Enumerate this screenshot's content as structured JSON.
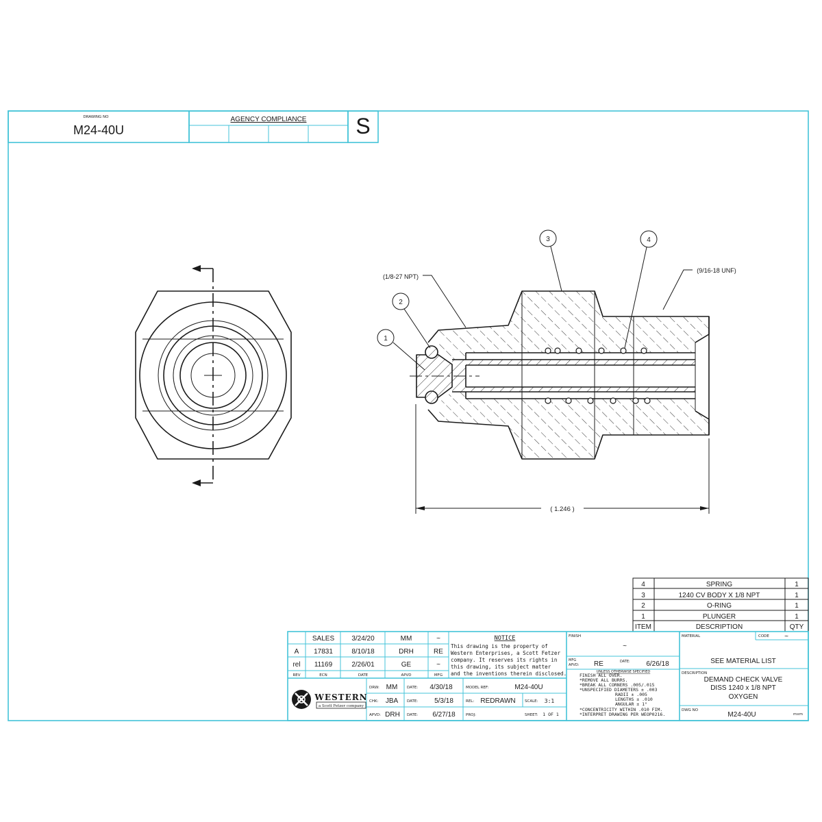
{
  "title_block": {
    "drawing_no_label": "DRAWING NO",
    "drawing_no": "M24-40U",
    "agency_label": "AGENCY COMPLIANCE",
    "agency_mark": "S"
  },
  "callouts": {
    "thread_left": "(1/8-27 NPT)",
    "thread_right": "(9/16-18 UNF)",
    "item1": "1",
    "item2": "2",
    "item3": "3",
    "item4": "4",
    "dimension": "( 1.246 )"
  },
  "bom": {
    "rows": [
      {
        "item": "4",
        "description": "SPRING",
        "qty": "1"
      },
      {
        "item": "3",
        "description": "1240 CV BODY X 1/8 NPT",
        "qty": "1"
      },
      {
        "item": "2",
        "description": "O-RING",
        "qty": "1"
      },
      {
        "item": "1",
        "description": "PLUNGER",
        "qty": "1"
      }
    ],
    "header": {
      "item": "ITEM",
      "description": "DESCRIPTION",
      "qty": "QTY"
    }
  },
  "revisions": {
    "rows": [
      {
        "rev": "",
        "ecn": "SALES",
        "date": "3/24/20",
        "apvd": "MM",
        "mfg": "~"
      },
      {
        "rev": "A",
        "ecn": "17831",
        "date": "8/10/18",
        "apvd": "DRH",
        "mfg": "RE"
      },
      {
        "rev": "rel",
        "ecn": "11169",
        "date": "2/26/01",
        "apvd": "GE",
        "mfg": "~"
      }
    ],
    "header": {
      "rev": "REV",
      "ecn": "ECN",
      "date": "DATE",
      "apvd": "APVD",
      "mfg": "MFG"
    }
  },
  "notice": {
    "title": "NOTICE",
    "lines": [
      "This drawing is the property of",
      "Western Enterprises, a Scott Fetzer",
      "company.  It reserves its rights in",
      "this drawing, its subject matter",
      "and the inventions therein disclosed."
    ]
  },
  "company": {
    "name": "WESTERN",
    "sub": "a Scott Fetzer company"
  },
  "approvals": {
    "drw_label": "DRW:",
    "drw": "MM",
    "drw_date_label": "DATE:",
    "drw_date": "4/30/18",
    "chk_label": "CHK:",
    "chk": "JBA",
    "chk_date_label": "DATE:",
    "chk_date": "5/3/18",
    "apvd_label": "APVD:",
    "apvd": "DRH",
    "apvd_date_label": "DATE:",
    "apvd_date": "6/27/18",
    "model_ref_label": "MODEL REF:",
    "model_ref": "M24-40U",
    "rel_label": "REL:",
    "rel": "REDRAWN",
    "scale_label": "SCALE:",
    "scale": "3:1",
    "proj_label": "PROJ:",
    "sheet_label": "SHEET:",
    "sheet": "1 OF 1"
  },
  "finish": {
    "label": "FINISH",
    "value": "~",
    "mfg_label": "MFG",
    "apvd_label": "APVD:",
    "mfg_apvd": "RE",
    "date_label": "DATE:",
    "date": "6/26/18",
    "unless_label": "UNLESS OTHERWISE SPECIFIED",
    "notes": [
      "FINISH ALL OVER.",
      "*REMOVE ALL BURRS.",
      "*BREAK ALL CORNERS .005/.015",
      "*UNSPECIFIED DIAMETERS ± .003",
      "RADII      ± .005",
      "LENGTHS  ± .010",
      "ANGULAR  ± 1°",
      "*CONCENTRICITY WITHIN .010 FIM.",
      "*INTERPRET DRAWING PER WEOP0216."
    ]
  },
  "material": {
    "label": "MATERIAL",
    "code_label": "CODE",
    "code": "~",
    "value": "SEE MATERIAL LIST",
    "description_label": "DESCRIPTION",
    "description_lines": [
      "DEMAND CHECK VALVE",
      "DISS 1240 x 1/8 NPT",
      "OXYGEN"
    ],
    "dwg_no_label": "DWG NO",
    "dwg_no": "M24-40U",
    "mxm": "mxm"
  },
  "colors": {
    "frame": "#43c3d8",
    "ink": "#1a1a1a"
  }
}
